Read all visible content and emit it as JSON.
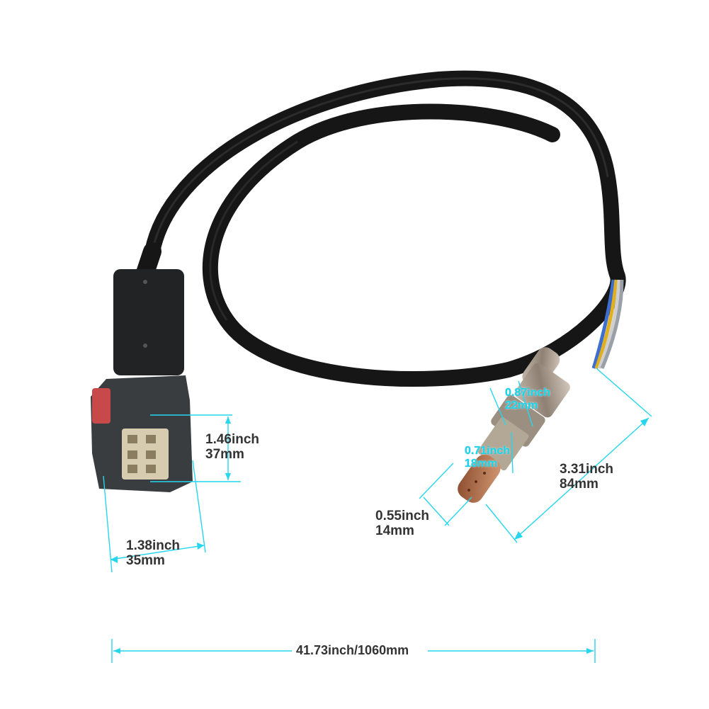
{
  "labels": {
    "connector_height": {
      "inch": "1.46inch",
      "mm": "37mm"
    },
    "connector_width": {
      "inch": "1.38inch",
      "mm": "35mm"
    },
    "hex_width": {
      "inch": "0.87inch",
      "mm": "22mm"
    },
    "thread_width": {
      "inch": "0.71inch",
      "mm": "18mm"
    },
    "tip_width": {
      "inch": "0.55inch",
      "mm": "14mm"
    },
    "sensor_length": {
      "inch": "3.31inch",
      "mm": "84mm"
    },
    "total_length": "41.73inch/1060mm"
  },
  "colors": {
    "dimension_line": "#25d6ee",
    "cable": "#141414",
    "connector": "#3a3d40",
    "sensor_metal": "#a89a8c",
    "sensor_tip": "#b0663e"
  }
}
